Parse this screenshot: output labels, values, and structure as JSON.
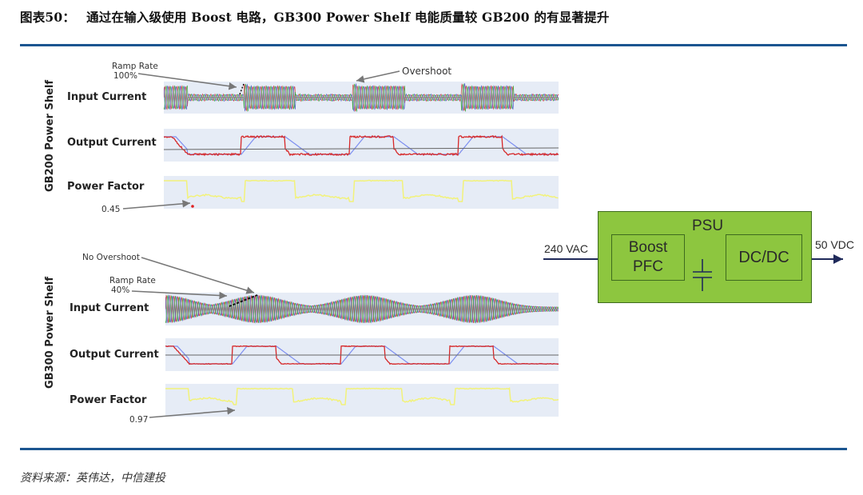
{
  "header": {
    "figure_number": "图表50：",
    "title": "通过在输入级使用 Boost 电路，GB300 Power Shelf 电能质量较 GB200 的有显著提升"
  },
  "panels": [
    {
      "id": "gb200",
      "group_label": "GB200 Power Shelf",
      "rows": [
        {
          "label": "Input Current"
        },
        {
          "label": "Output Current"
        },
        {
          "label": "Power Factor"
        }
      ],
      "annotations": {
        "ramp_rate_label": "Ramp Rate",
        "ramp_rate_value": "100%",
        "overshoot": "Overshoot",
        "pf_min": "0.45"
      }
    },
    {
      "id": "gb300",
      "group_label": "GB300 Power Shelf",
      "rows": [
        {
          "label": "Input Current"
        },
        {
          "label": "Output Current"
        },
        {
          "label": "Power Factor"
        }
      ],
      "annotations": {
        "no_overshoot": "No Overshoot",
        "ramp_rate_label": "Ramp Rate",
        "ramp_rate_value": "40%",
        "pf_min": "0.97"
      }
    }
  ],
  "diagram": {
    "container_label": "PSU",
    "input_label": "240 VAC",
    "output_label": "50 VDC",
    "stage1_line1": "Boost",
    "stage1_line2": "PFC",
    "stage2": "DC/DC",
    "container_color": "#8dc63f"
  },
  "footer": {
    "source": "资料来源：英伟达，中信建投"
  },
  "colors": {
    "rule": "#1b5590",
    "plot_bg": "#e6ecf6",
    "phase_red": "#d62728",
    "phase_blue": "#3b4cc0",
    "phase_green": "#2ca02c",
    "pf_yellow": "#f2f27a"
  }
}
